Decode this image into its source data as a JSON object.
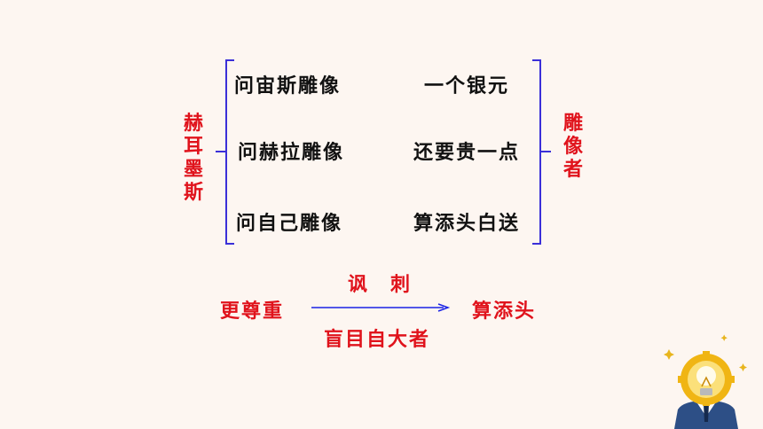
{
  "slide": {
    "left_label": [
      "赫",
      "耳",
      "墨",
      "斯"
    ],
    "right_label": [
      "雕",
      "像",
      "者"
    ],
    "rows": [
      {
        "action": "问宙斯雕像",
        "result": "一个银元"
      },
      {
        "action": "问赫拉雕像",
        "result": "还要贵一点"
      },
      {
        "action": "问自己雕像",
        "result": "算添头白送"
      }
    ],
    "bottom": {
      "start": "更尊重",
      "above_arrow": "讽　刺",
      "below_arrow": "盲目自大者",
      "end": "算添头"
    }
  },
  "colors": {
    "background": "#fdf6f1",
    "accent_red": "#e0131c",
    "bracket_blue": "#3b2fd8",
    "arrow_blue": "#1a22e6"
  },
  "icons": {
    "corner_mascot": "lightbulb-head-figure-icon",
    "sparkles": "sparkle-icon"
  }
}
